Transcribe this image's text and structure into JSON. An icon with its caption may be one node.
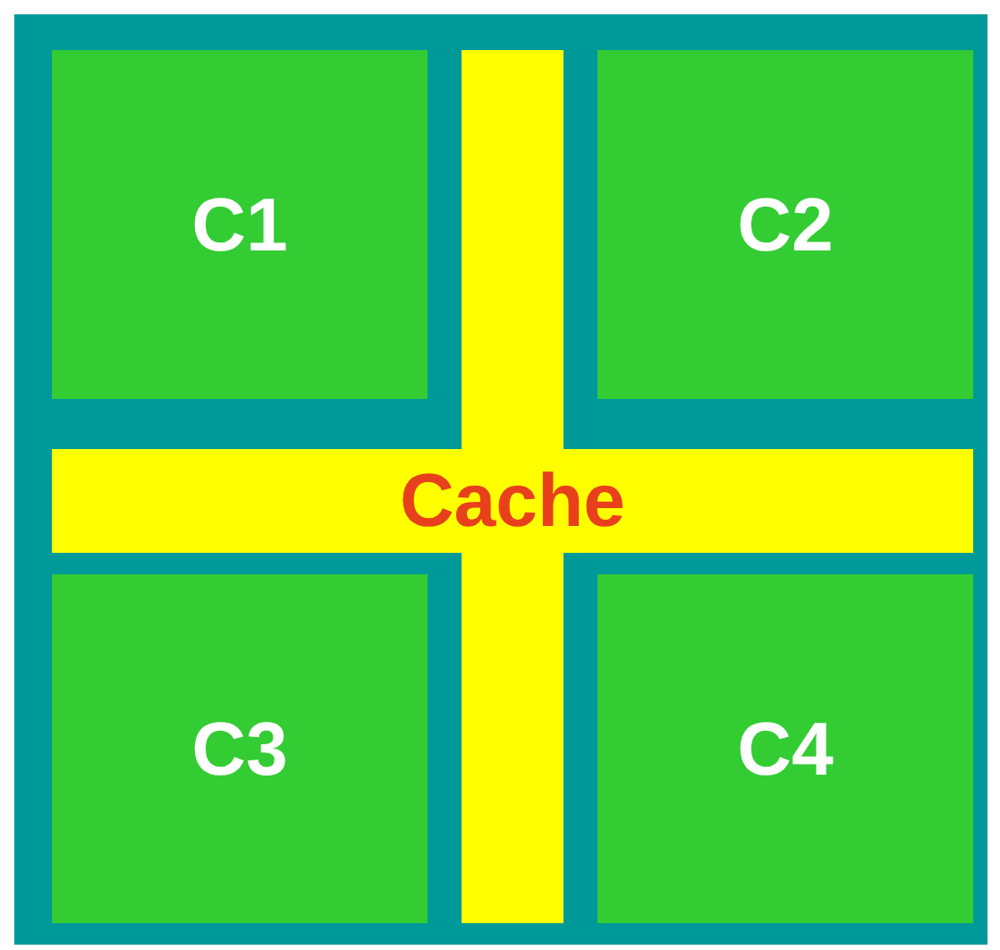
{
  "diagram": {
    "nodes": [
      {
        "text": [],
        "shape": "box"
      },
      {
        "text": [
          "C1"
        ],
        "in": 0
      },
      {
        "text": [
          "C2"
        ],
        "in": 0
      },
      {
        "text": [
          "Cache"
        ],
        "in": 0
      },
      {
        "text": [
          "C3"
        ],
        "in": 0
      },
      {
        "text": [
          "C4"
        ],
        "in": 0
      }
    ]
  }
}
